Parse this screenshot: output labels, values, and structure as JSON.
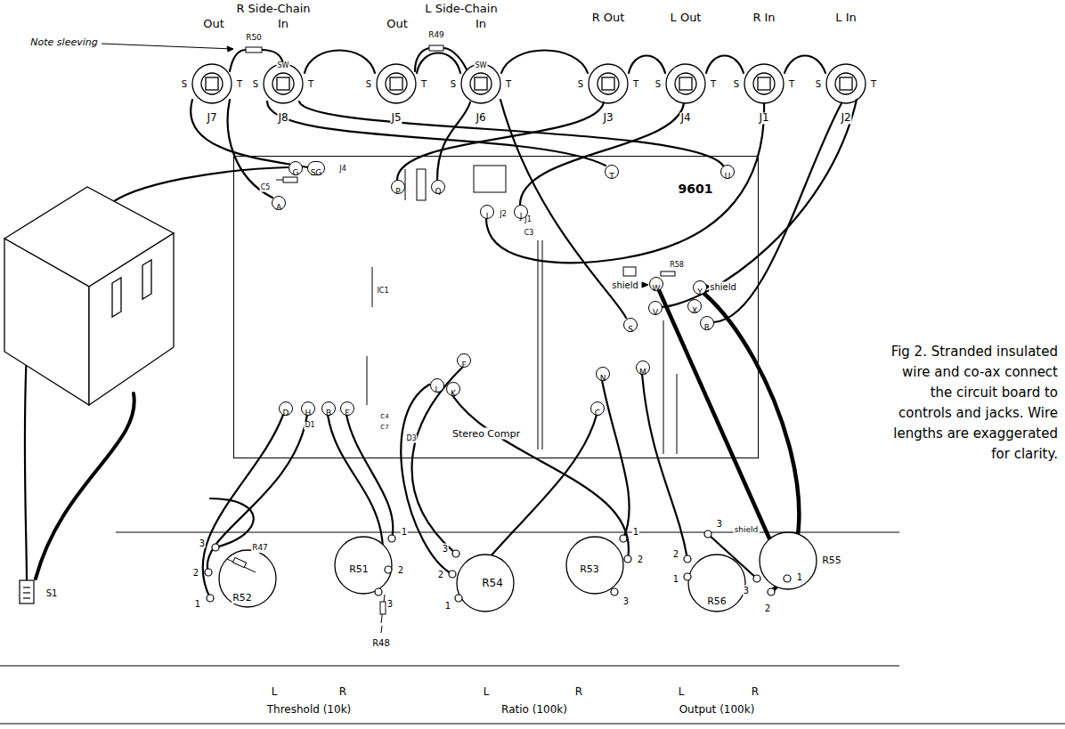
{
  "diagram": {
    "caption": "Fig 2. Stranded insulated wire and co-ax connect the circuit board to controls and jacks. Wire lengths are exaggerated for clarity.",
    "nodes": [
      {
        "text": [
          "9601",
          "Stereo Compr"
        ]
      },
      {
        "text": [
          "G"
        ],
        "in": 0
      },
      {
        "text": [
          "SG"
        ],
        "in": 0
      },
      {
        "text": [
          "P"
        ],
        "in": 0
      },
      {
        "text": [
          "Q"
        ],
        "in": 0
      },
      {
        "text": [
          "T"
        ],
        "in": 0
      },
      {
        "text": [
          "U"
        ],
        "in": 0
      },
      {
        "text": [
          "A"
        ],
        "in": 0
      },
      {
        "text": [
          "I"
        ],
        "in": 0
      },
      {
        "text": [
          "J"
        ],
        "in": 0
      },
      {
        "text": [
          "W"
        ],
        "in": 0
      },
      {
        "text": [
          "Y"
        ],
        "in": 0
      },
      {
        "text": [
          "V"
        ],
        "in": 0
      },
      {
        "text": [
          "X"
        ],
        "in": 0
      },
      {
        "text": [
          "R"
        ],
        "in": 0
      },
      {
        "text": [
          "S"
        ],
        "in": 0
      },
      {
        "text": [
          "F"
        ],
        "in": 0
      },
      {
        "text": [
          "M"
        ],
        "in": 0
      },
      {
        "text": [
          "N"
        ],
        "in": 0
      },
      {
        "text": [
          "L"
        ],
        "in": 0
      },
      {
        "text": [
          "K"
        ],
        "in": 0
      },
      {
        "text": [
          "C"
        ],
        "in": 0
      },
      {
        "text": [
          "D"
        ],
        "in": 0
      },
      {
        "text": [
          "H"
        ],
        "in": 0
      },
      {
        "text": [
          "B"
        ],
        "in": 0
      },
      {
        "text": [
          "E"
        ],
        "in": 0
      }
    ],
    "labels": [
      "R Side-Chain",
      "Out",
      "In",
      "L Side-Chain",
      "Out",
      "In",
      "R Out",
      "L Out",
      "R In",
      "L In",
      "Note sleeving",
      "R50",
      "SW",
      "R49",
      "SW",
      "S",
      "T",
      "J7",
      "S",
      "T",
      "J8",
      "S",
      "T",
      "J5",
      "S",
      "T",
      "J6",
      "S",
      "T",
      "J3",
      "S",
      "T",
      "J4",
      "S",
      "T",
      "J1",
      "S",
      "T",
      "J2",
      "C5",
      "J4",
      "J2",
      "J1",
      "C3",
      "R58",
      "IC1",
      "D1",
      "C4",
      "C7",
      "D3",
      "shield",
      "shield",
      "R52",
      "R47",
      "3",
      "2",
      "1",
      "R51",
      "1",
      "2",
      "3",
      "R48",
      "R54",
      "3",
      "2",
      "1",
      "R53",
      "1",
      "2",
      "3",
      "R56",
      "3",
      "2",
      "1",
      "R55",
      "shield",
      "3",
      "2",
      "1",
      "S1",
      "L",
      "R",
      "Threshold (10k)",
      "L",
      "R",
      "Ratio (100k)",
      "L",
      "R",
      "Output (100k)"
    ]
  }
}
